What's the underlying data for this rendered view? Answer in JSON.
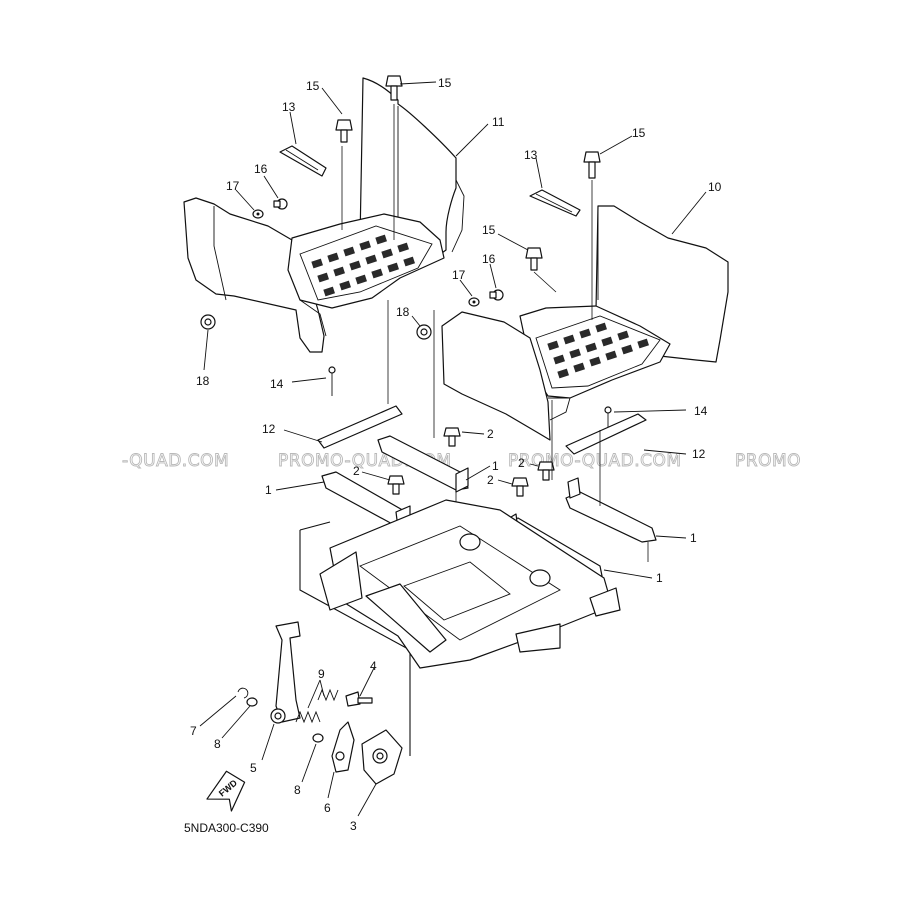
{
  "diagram_code": "5NDA300-C390",
  "watermark": {
    "segments": [
      "-QUAD.COM",
      "PROMO-QUAD.COM",
      "PROMO-QUAD.COM",
      "PROMO"
    ]
  },
  "fwd_label": "FWD",
  "callouts": {
    "c1a": "1",
    "c1b": "1",
    "c1c": "1",
    "c1d": "1",
    "c2a": "2",
    "c2b": "2",
    "c2c": "2",
    "c2d": "2",
    "c3": "3",
    "c4": "4",
    "c5": "5",
    "c6": "6",
    "c7": "7",
    "c8a": "8",
    "c8b": "8",
    "c9": "9",
    "c10": "10",
    "c11": "11",
    "c12a": "12",
    "c12b": "12",
    "c13a": "13",
    "c13b": "13",
    "c14a": "14",
    "c14b": "14",
    "c15a": "15",
    "c15b": "15",
    "c15c": "15",
    "c15d": "15",
    "c16a": "16",
    "c16b": "16",
    "c17a": "17",
    "c17b": "17",
    "c18a": "18",
    "c18b": "18"
  }
}
